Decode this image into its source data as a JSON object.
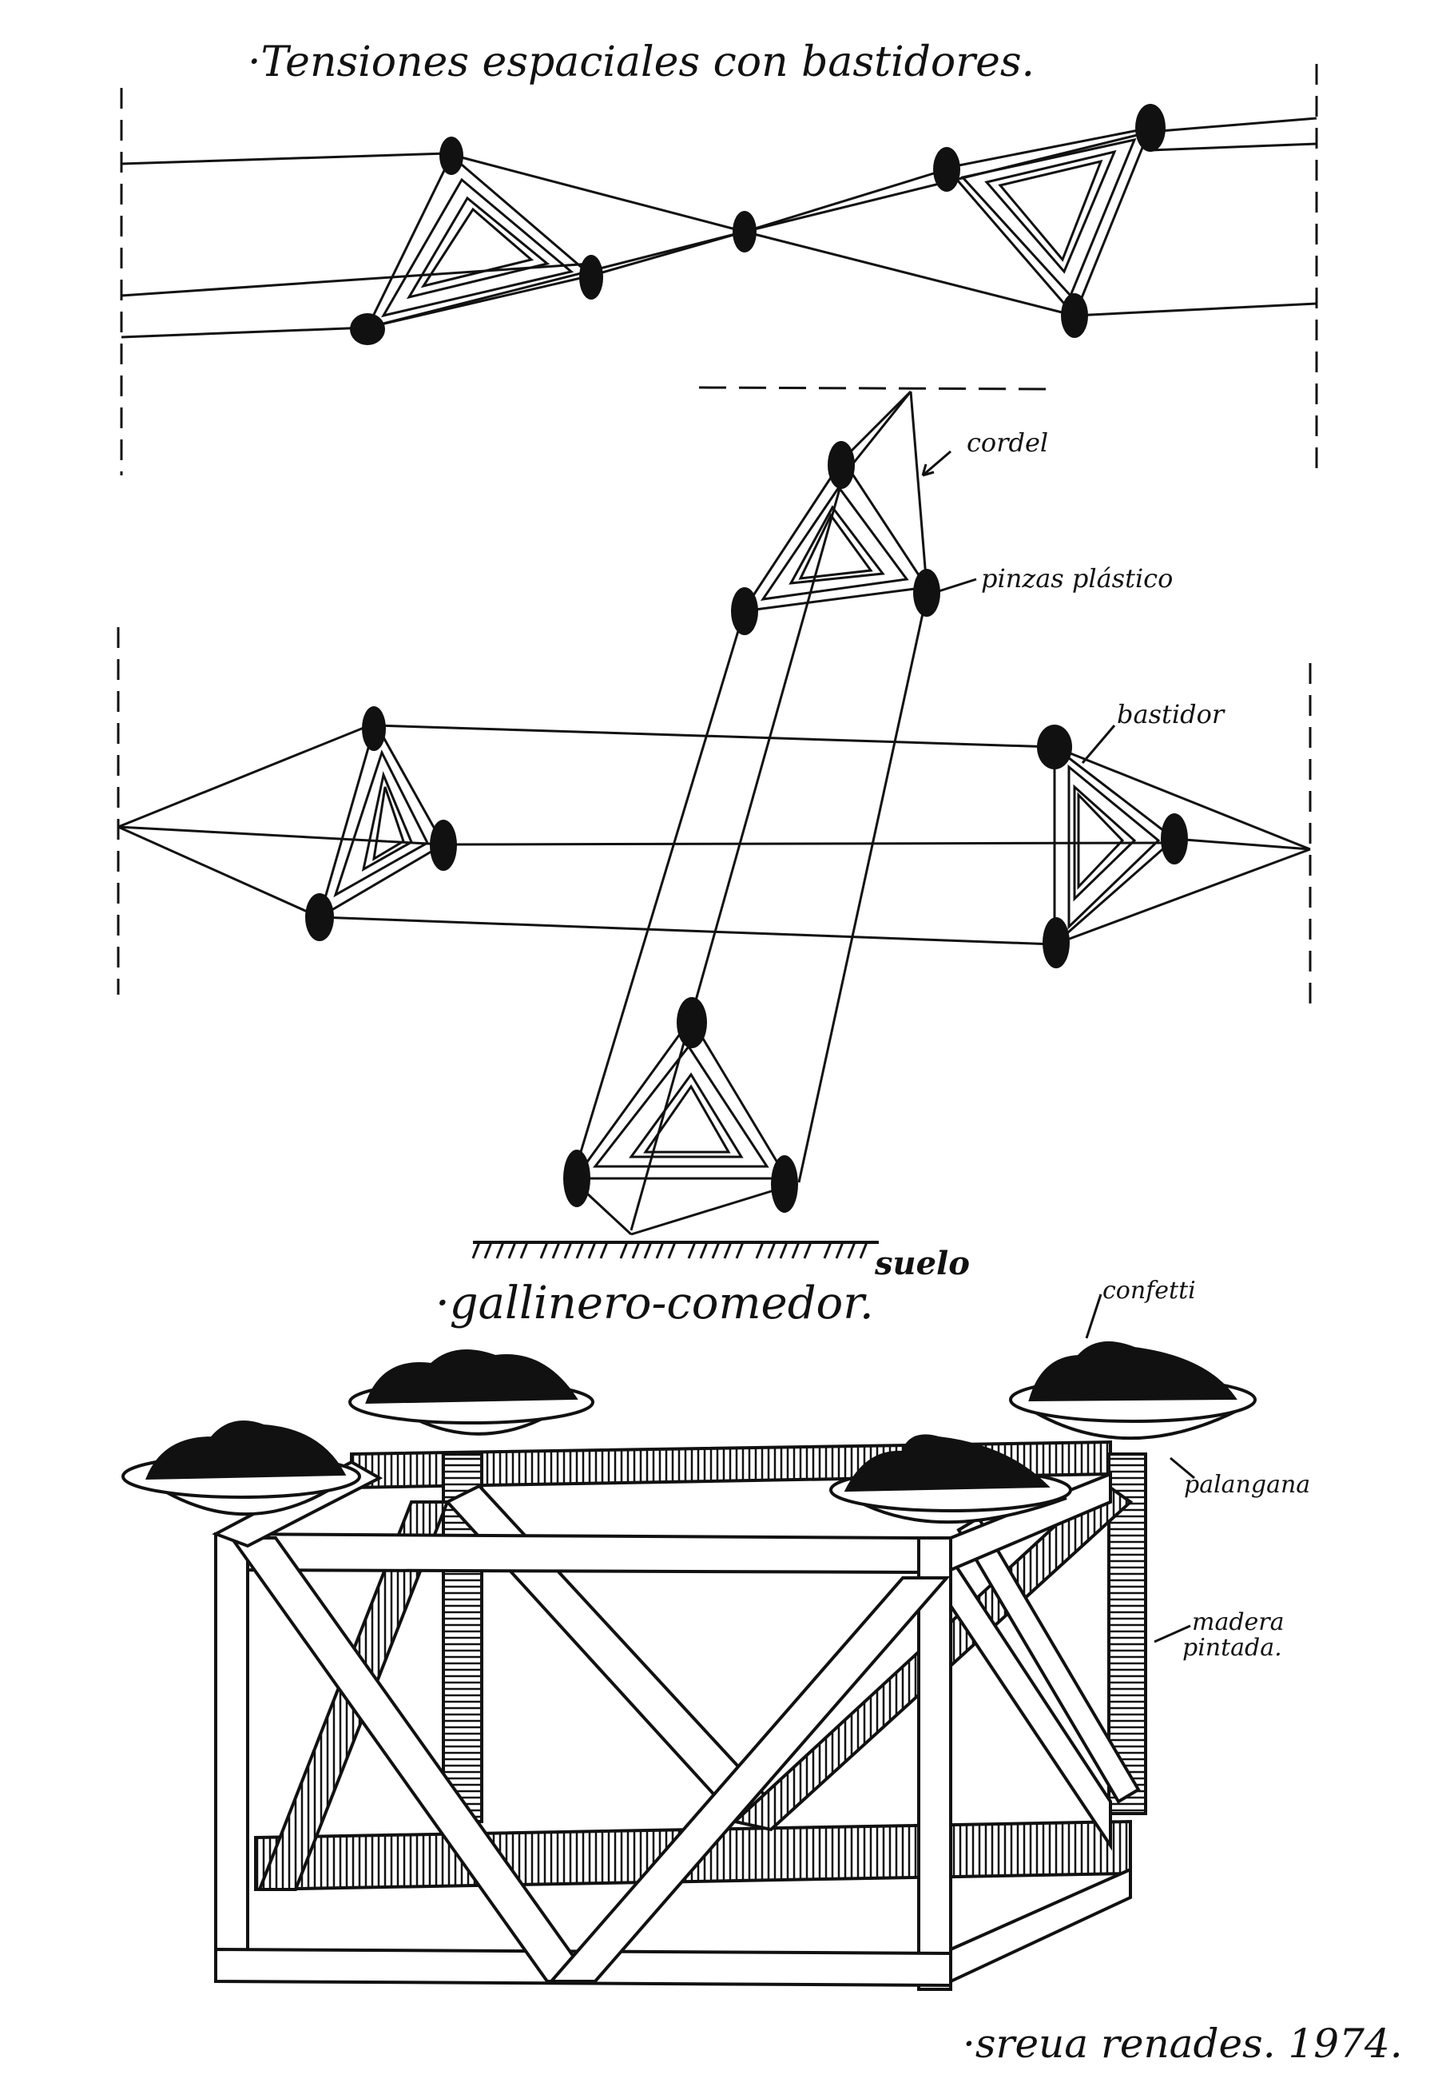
{
  "sheet": {
    "title_top": "·Tensiones espaciales con bastidores.",
    "title_bottom": "·gallinero-comedor.",
    "signature": "·sreua renades. 1974.",
    "ink_color": "#111111",
    "paper_color": "#ffffff"
  },
  "labels": {
    "cordel": "cordel",
    "pinzas": "pinzas plástico",
    "bastidor": "bastidor",
    "suelo": "suelo",
    "confetti": "confetti",
    "palangana": "palangana",
    "madera_line1": "madera",
    "madera_line2": "pintada."
  }
}
